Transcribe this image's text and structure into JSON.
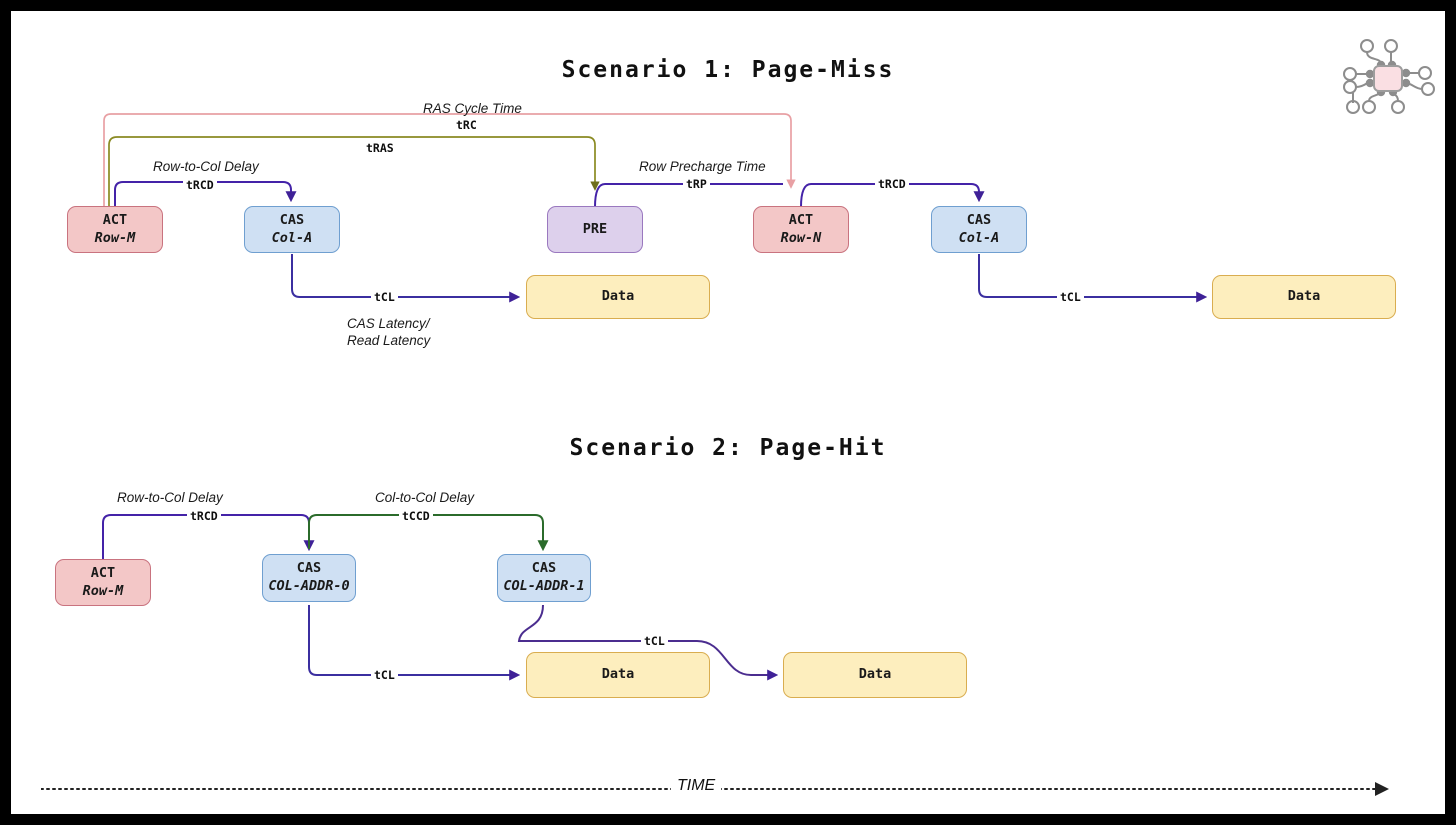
{
  "figure": {
    "logo_icon": "microchip-icon",
    "time_axis_label": "TIME"
  },
  "scenarios": [
    {
      "title": "Scenario 1: Page-Miss",
      "nodes": [
        {
          "id": "s1-act-m",
          "type": "ACT",
          "line1": "ACT",
          "line2": "Row-M"
        },
        {
          "id": "s1-cas-a1",
          "type": "CAS",
          "line1": "CAS",
          "line2": "Col-A"
        },
        {
          "id": "s1-pre",
          "type": "PRE",
          "line1": "PRE",
          "line2": ""
        },
        {
          "id": "s1-act-n",
          "type": "ACT",
          "line1": "ACT",
          "line2": "Row-N"
        },
        {
          "id": "s1-cas-a2",
          "type": "CAS",
          "line1": "CAS",
          "line2": "Col-A"
        },
        {
          "id": "s1-data1",
          "type": "DATA",
          "line1": "Data",
          "line2": ""
        },
        {
          "id": "s1-data2",
          "type": "DATA",
          "line1": "Data",
          "line2": ""
        }
      ],
      "timings": [
        {
          "id": "s1-trc",
          "code": "tRC",
          "desc": "RAS Cycle Time",
          "color": "#e8a0a4"
        },
        {
          "id": "s1-tras",
          "code": "tRAS",
          "desc": "",
          "color": "#8a8a22"
        },
        {
          "id": "s1-trcd-1",
          "code": "tRCD",
          "desc": "Row-to-Col Delay",
          "color": "#4423a8"
        },
        {
          "id": "s1-tcl-1",
          "code": "tCL",
          "desc": "CAS Latency/\nRead Latency",
          "color": "#3b2fa0"
        },
        {
          "id": "s1-trp",
          "code": "tRP",
          "desc": "Row Precharge Time",
          "color": "#4423a8"
        },
        {
          "id": "s1-trcd-2",
          "code": "tRCD",
          "desc": "",
          "color": "#4423a8"
        },
        {
          "id": "s1-tcl-2",
          "code": "tCL",
          "desc": "",
          "color": "#3b2fa0"
        }
      ]
    },
    {
      "title": "Scenario 2: Page-Hit",
      "nodes": [
        {
          "id": "s2-act-m",
          "type": "ACT",
          "line1": "ACT",
          "line2": "Row-M"
        },
        {
          "id": "s2-cas-0",
          "type": "CAS",
          "line1": "CAS",
          "line2": "COL-ADDR-0"
        },
        {
          "id": "s2-cas-1",
          "type": "CAS",
          "line1": "CAS",
          "line2": "COL-ADDR-1"
        },
        {
          "id": "s2-data1",
          "type": "DATA",
          "line1": "Data",
          "line2": ""
        },
        {
          "id": "s2-data2",
          "type": "DATA",
          "line1": "Data",
          "line2": ""
        }
      ],
      "timings": [
        {
          "id": "s2-trcd",
          "code": "tRCD",
          "desc": "Row-to-Col Delay",
          "color": "#4423a8"
        },
        {
          "id": "s2-tccd",
          "code": "tCCD",
          "desc": "Col-to-Col Delay",
          "color": "#2b6b2b"
        },
        {
          "id": "s2-tcl-1",
          "code": "tCL",
          "desc": "",
          "color": "#3b2fa0"
        },
        {
          "id": "s2-tcl-2",
          "code": "tCL",
          "desc": "",
          "color": "#4b2d8f"
        }
      ]
    }
  ],
  "labels": {
    "s1_title": "Scenario 1: Page-Miss",
    "s2_title": "Scenario 2: Page-Hit",
    "ras_cycle_time": "RAS Cycle Time",
    "row_to_col_delay": "Row-to-Col Delay",
    "row_precharge_time": "Row Precharge Time",
    "col_to_col_delay": "Col-to-Col Delay",
    "cas_latency_line1": "CAS Latency/",
    "cas_latency_line2": "Read Latency",
    "trc": "tRC",
    "tras": "tRAS",
    "trcd": "tRCD",
    "trp": "tRP",
    "tcl": "tCL",
    "tccd": "tCCD",
    "act": "ACT",
    "cas": "CAS",
    "pre": "PRE",
    "data": "Data",
    "row_m": "Row-M",
    "row_n": "Row-N",
    "col_a": "Col-A",
    "col_addr_0": "COL-ADDR-0",
    "col_addr_1": "COL-ADDR-1",
    "time": "TIME"
  },
  "colors": {
    "act_fill": "#f3c7c7",
    "act_border": "#c9737f",
    "cas_fill": "#cfe0f3",
    "cas_border": "#6f9fd0",
    "pre_fill": "#ddd0ec",
    "pre_border": "#9a78bf",
    "data_fill": "#fdeebe",
    "data_border": "#d9ad50",
    "trc_line": "#e8a0a4",
    "tras_line": "#8a8a22",
    "purple_line": "#4423a8",
    "green_line": "#2b6b2b",
    "frame": "#000000",
    "canvas": "#ffffff"
  }
}
